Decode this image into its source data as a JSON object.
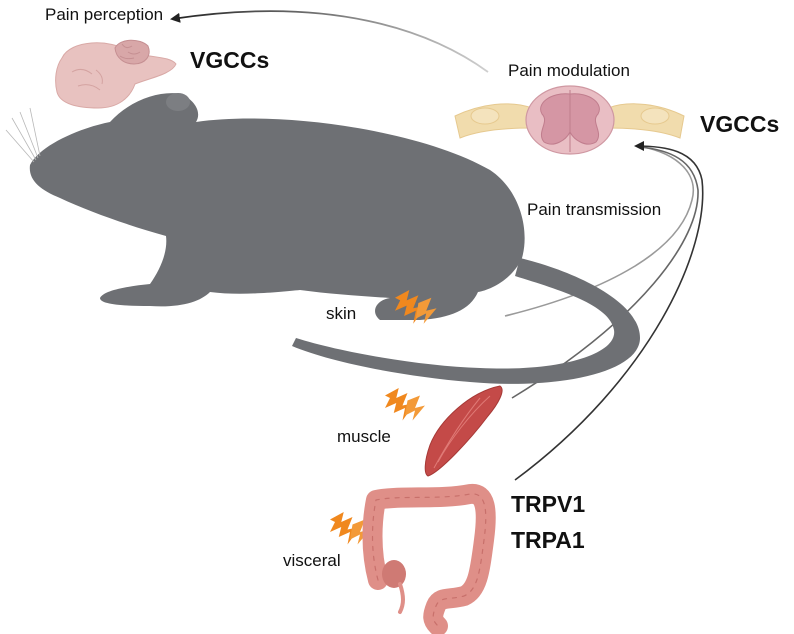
{
  "labels": {
    "pain_perception": "Pain perception",
    "pain_modulation": "Pain modulation",
    "pain_transmission": "Pain transmission",
    "skin": "skin",
    "muscle": "muscle",
    "visceral": "visceral"
  },
  "targets": {
    "brain_channels": "VGCCs",
    "spinal_channels": "VGCCs",
    "visceral_channel_1": "TRPV1",
    "visceral_channel_2": "TRPA1"
  },
  "icons": {
    "pain_stimulus": "lightning-bolt-icon",
    "brain": "brain-icon",
    "spinal_cord": "spinal-cord-icon",
    "mouse": "mouse-silhouette-icon",
    "muscle": "muscle-icon",
    "colon": "colon-icon"
  },
  "colors": {
    "mouse": "#6e7074",
    "bolt": "#f0881e",
    "brain": "#e8c2c0",
    "spinal_grey": "#d596a4",
    "nerve": "#f1dcad",
    "muscle": "#c44a48",
    "colon": "#df8f88",
    "arrow": "#222222"
  }
}
